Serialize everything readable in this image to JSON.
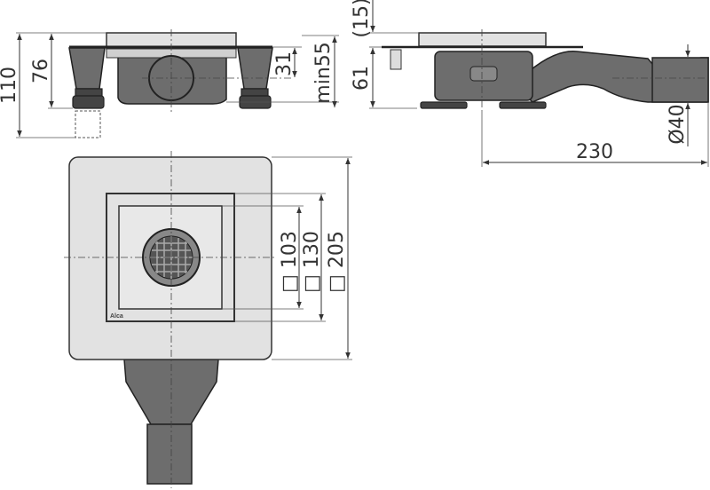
{
  "front_view": {
    "dims": {
      "total_height": "110",
      "height": "76",
      "outlet_center": "31",
      "min_height": "min55"
    }
  },
  "side_view": {
    "dims": {
      "tile_thickness": "(15)",
      "height": "61",
      "outlet_diameter": "Ø40",
      "length": "230"
    }
  },
  "top_view": {
    "dims": {
      "grate": "□ 103",
      "frame": "□ 130",
      "flange": "□ 205"
    },
    "logo": "Alca"
  },
  "colors": {
    "plate": "#e2e2e2",
    "body": "#6d6d6d",
    "line": "#333333"
  }
}
